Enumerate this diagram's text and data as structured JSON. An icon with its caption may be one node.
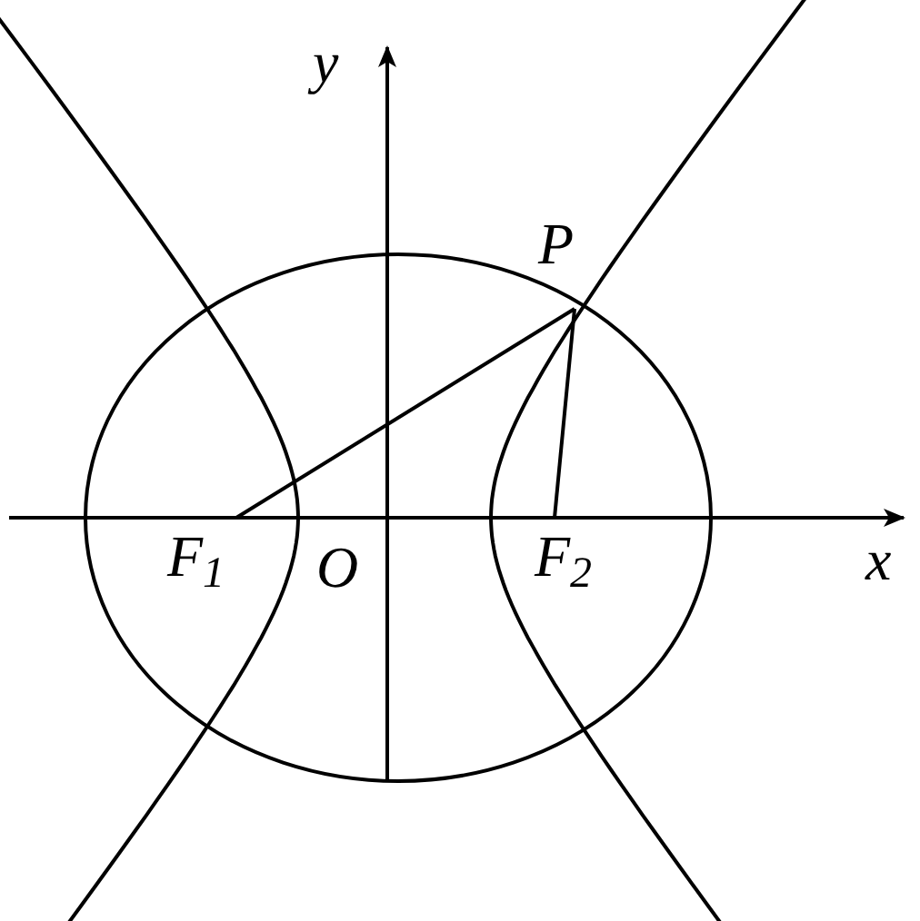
{
  "diagram": {
    "labels": [
      "y",
      "P",
      "*F*$_{1}$",
      "O",
      "*F*$_{2}$",
      "x"
    ]
  }
}
